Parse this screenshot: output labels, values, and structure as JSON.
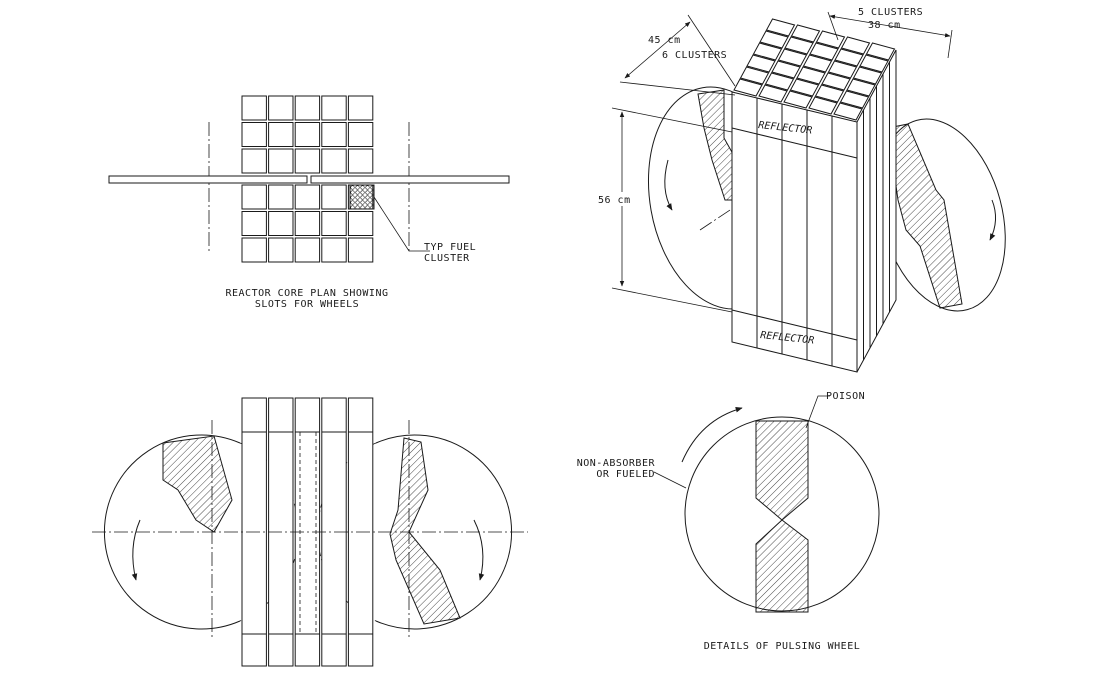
{
  "plan_view": {
    "caption_line1": "REACTOR CORE PLAN SHOWING",
    "caption_line2": "SLOTS FOR WHEELS",
    "cluster_label_line1": "TYP FUEL",
    "cluster_label_line2": "CLUSTER"
  },
  "iso_view": {
    "width_dim": "45 cm",
    "width_clusters": "6 CLUSTERS",
    "depth_clusters": "5 CLUSTERS",
    "depth_dim": "38 cm",
    "height_dim": "56 cm",
    "reflector_top": "REFLECTOR",
    "reflector_bottom": "REFLECTOR"
  },
  "wheel_detail": {
    "poison_label": "POISON",
    "non_absorber_line1": "NON-ABSORBER",
    "non_absorber_line2": "OR FUELED",
    "caption": "DETAILS OF PULSING WHEEL"
  },
  "colors": {
    "ink": "#1a1a1a",
    "paper": "#ffffff"
  }
}
